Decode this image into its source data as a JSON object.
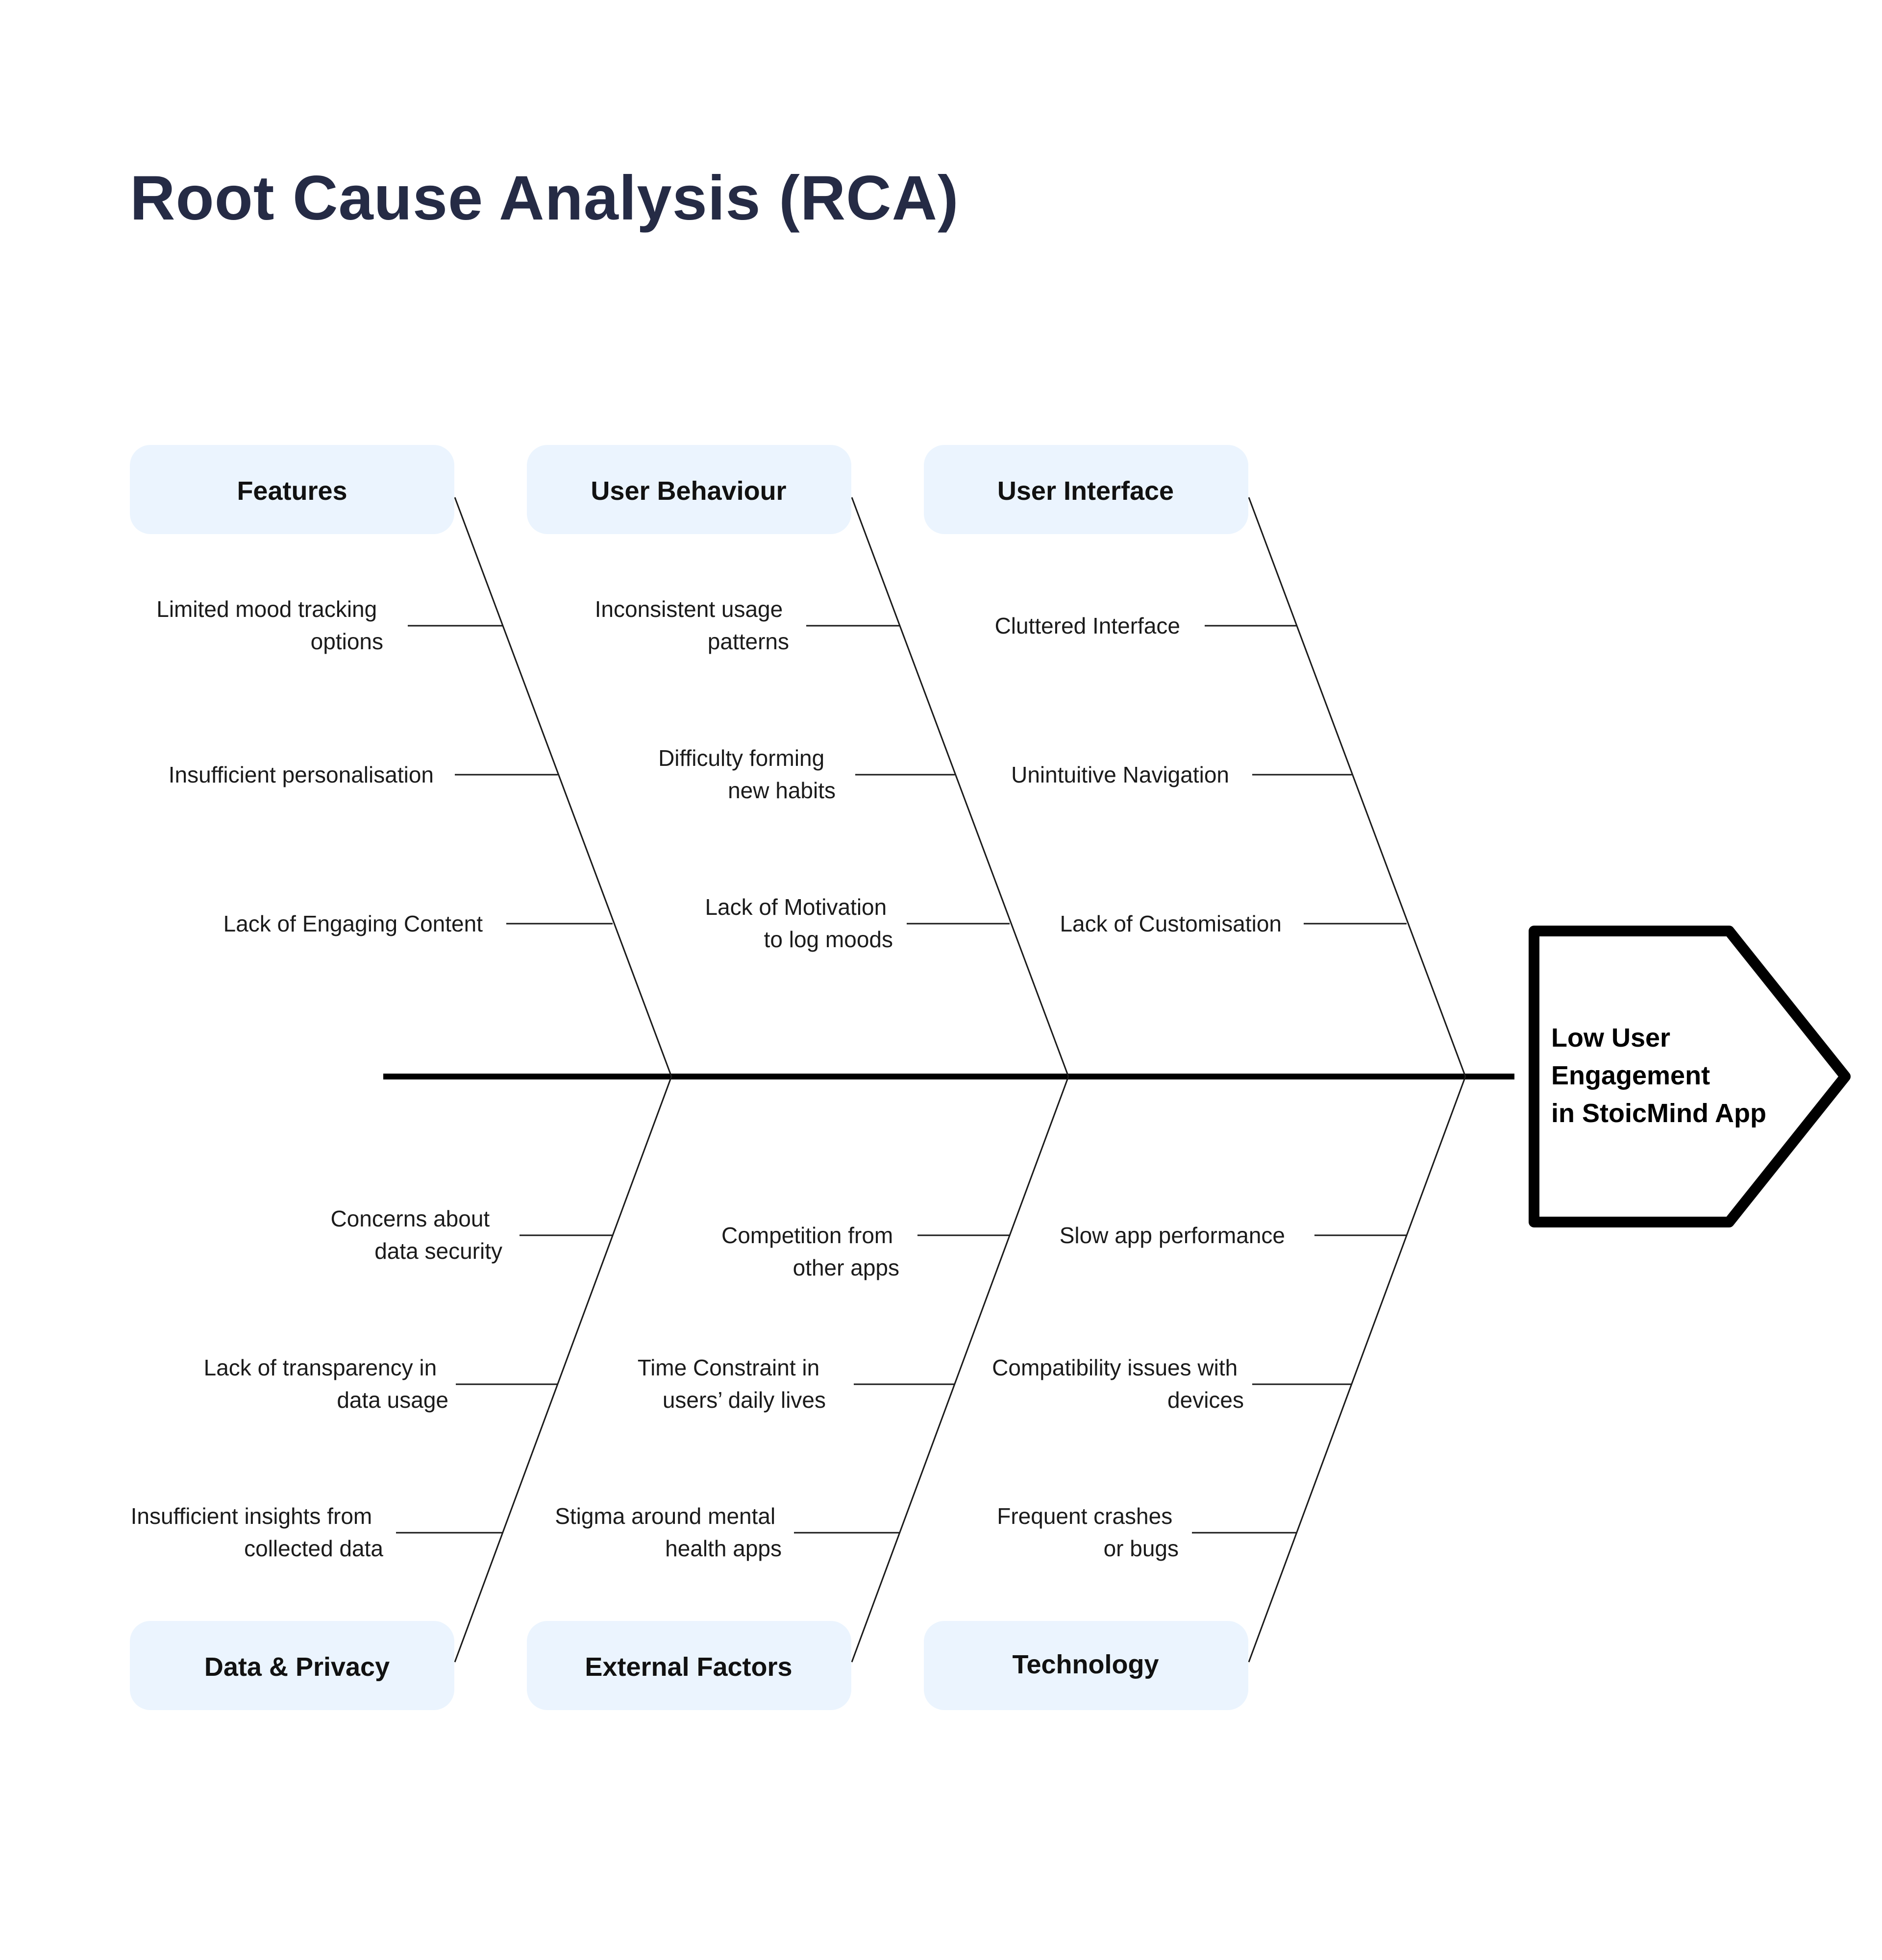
{
  "title": "Root Cause Analysis (RCA)",
  "effect": {
    "lines": [
      "Low User",
      "Engagement",
      "in StoicMind App"
    ]
  },
  "categories": {
    "features": {
      "label": "Features",
      "causes": [
        [
          "Limited mood tracking",
          "options"
        ],
        [
          "Insufficient personalisation"
        ],
        [
          "Lack of Engaging Content"
        ]
      ]
    },
    "user_behaviour": {
      "label": "User Behaviour",
      "causes": [
        [
          "Inconsistent usage",
          "patterns"
        ],
        [
          "Difficulty forming",
          "new habits"
        ],
        [
          "Lack of Motivation",
          "to log moods"
        ]
      ]
    },
    "user_interface": {
      "label": "User Interface",
      "causes": [
        [
          "Cluttered Interface"
        ],
        [
          "Unintuitive Navigation"
        ],
        [
          "Lack of Customisation"
        ]
      ]
    },
    "data_privacy": {
      "label": "Data & Privacy",
      "causes": [
        [
          "Concerns about",
          "data security"
        ],
        [
          "Lack of transparency in",
          "data usage"
        ],
        [
          "Insufficient insights from",
          "collected data"
        ]
      ]
    },
    "external_factors": {
      "label": "External Factors",
      "causes": [
        [
          "Competition from",
          "other apps"
        ],
        [
          "Time Constraint in",
          "users’ daily lives"
        ],
        [
          "Stigma around mental",
          "health apps"
        ]
      ]
    },
    "technology": {
      "label": "Technology",
      "causes": [
        [
          "Slow app performance"
        ],
        [
          "Compatibility issues with",
          "devices"
        ],
        [
          "Frequent crashes",
          "or bugs"
        ]
      ]
    }
  }
}
